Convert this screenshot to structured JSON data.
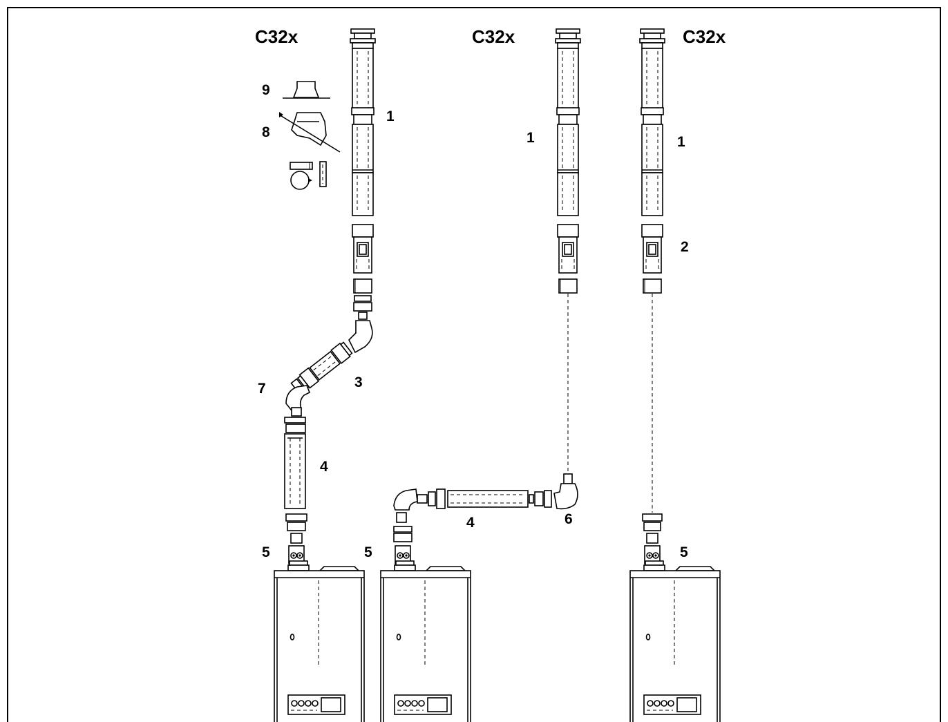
{
  "diagram": {
    "system_labels": [
      "C32x",
      "C32x",
      "C32x"
    ],
    "callouts": {
      "c1a": "1",
      "c9": "9",
      "c8": "8",
      "c3": "3",
      "c7": "7",
      "c4a": "4",
      "c5a": "5",
      "c1b": "1",
      "c4b": "4",
      "c6": "6",
      "c5b": "5",
      "c1c": "1",
      "c2": "2",
      "c5c": "5"
    }
  },
  "colors": {
    "line": "#000000",
    "background": "#ffffff"
  }
}
